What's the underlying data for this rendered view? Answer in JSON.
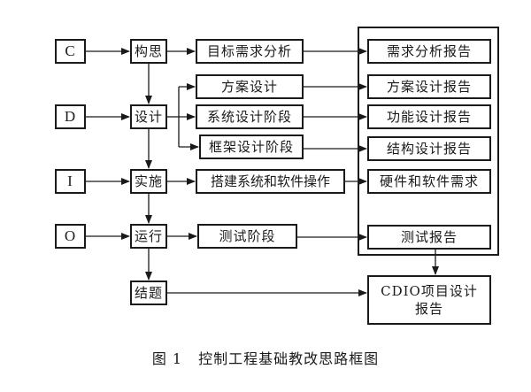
{
  "diagram": {
    "title": "控制工程基础教改思路框图",
    "figure_label": "图 1",
    "phases": [
      {
        "letter": "C",
        "stage": "构思"
      },
      {
        "letter": "D",
        "stage": "设计"
      },
      {
        "letter": "I",
        "stage": "实施"
      },
      {
        "letter": "O",
        "stage": "运行"
      }
    ],
    "closing_stage": "结题",
    "activities": [
      "目标需求分析",
      "方案设计",
      "系统设计阶段",
      "框架设计阶段",
      "搭建系统和软件操作",
      "测试阶段"
    ],
    "outputs": [
      "需求分析报告",
      "方案设计报告",
      "功能设计报告",
      "结构设计报告",
      "硬件和软件需求",
      "测试报告"
    ],
    "final_output": [
      "CDIO项目设计",
      "报告"
    ]
  }
}
